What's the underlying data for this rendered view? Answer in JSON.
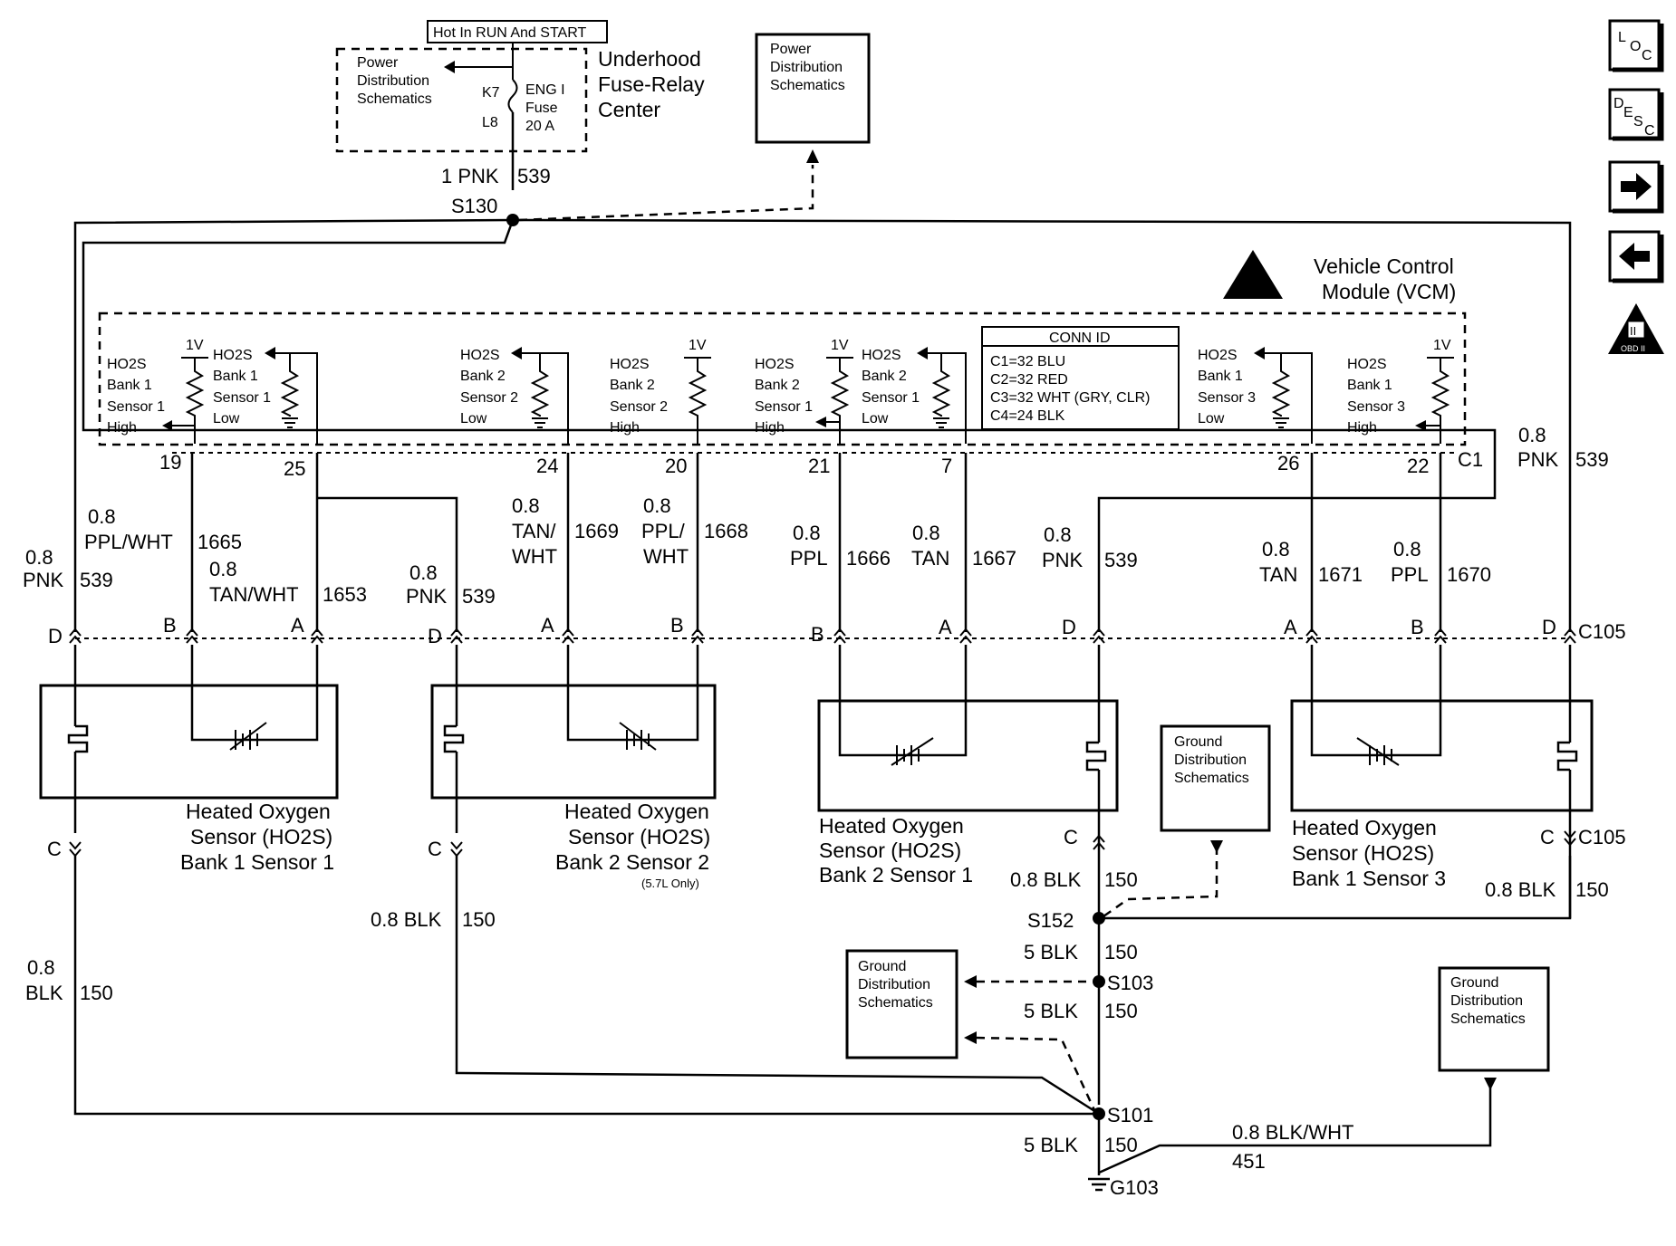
{
  "top": {
    "hot_label": "Hot In RUN And START",
    "fuse_center_box": [
      "Power",
      "Distribution",
      "Schematics"
    ],
    "k7": "K7",
    "l8": "L8",
    "fuse": [
      "ENG I",
      "Fuse",
      "20 A"
    ],
    "fuse_center_name": [
      "Underhood",
      "Fuse-Relay",
      "Center"
    ],
    "power_dist_box": [
      "Power",
      "Distribution",
      "Schematics"
    ],
    "wire_main": "1 PNK",
    "wire_main_num": "539",
    "splice": "S130"
  },
  "vcm": {
    "name": [
      "Vehicle Control",
      "Module (VCM)"
    ],
    "conn_id": {
      "title": "CONN ID",
      "lines": [
        "C1=32 BLU",
        "C2=32 RED",
        "C3=32 WHT (GRY, CLR)",
        "C4=24 BLK"
      ]
    },
    "connector": "C1",
    "v1": "1V",
    "blocks": [
      {
        "lines": [
          "HO2S",
          "Bank 1",
          "Sensor 1",
          "High"
        ]
      },
      {
        "lines": [
          "HO2S",
          "Bank 1",
          "Sensor 1",
          "Low"
        ]
      },
      {
        "lines": [
          "HO2S",
          "Bank 2",
          "Sensor 2",
          "Low"
        ]
      },
      {
        "lines": [
          "HO2S",
          "Bank 2",
          "Sensor 2",
          "High"
        ]
      },
      {
        "lines": [
          "HO2S",
          "Bank 2",
          "Sensor 1",
          "High"
        ]
      },
      {
        "lines": [
          "HO2S",
          "Bank 2",
          "Sensor 1",
          "Low"
        ]
      },
      {
        "lines": [
          "HO2S",
          "Bank 1",
          "Sensor 3",
          "Low"
        ]
      },
      {
        "lines": [
          "HO2S",
          "Bank 1",
          "Sensor 3",
          "High"
        ]
      }
    ],
    "pins": [
      "19",
      "25",
      "24",
      "20",
      "21",
      "7",
      "26",
      "22"
    ]
  },
  "wires": [
    {
      "gauge": "0.8",
      "color": "PNK",
      "num": "539"
    },
    {
      "gauge": "0.8",
      "color": "PPL/WHT",
      "num": "1665"
    },
    {
      "gauge": "0.8",
      "color": "TAN/WHT",
      "num": "1653"
    },
    {
      "gauge": "0.8",
      "color": "PNK",
      "num": "539"
    },
    {
      "gauge": "0.8",
      "color": [
        "TAN/",
        "WHT"
      ],
      "num": "1669"
    },
    {
      "gauge": "0.8",
      "color": [
        "PPL/",
        "WHT"
      ],
      "num": "1668"
    },
    {
      "gauge": "0.8",
      "color": "PPL",
      "num": "1666"
    },
    {
      "gauge": "0.8",
      "color": "TAN",
      "num": "1667"
    },
    {
      "gauge": "0.8",
      "color": "PNK",
      "num": "539"
    },
    {
      "gauge": "0.8",
      "color": "TAN",
      "num": "1671"
    },
    {
      "gauge": "0.8",
      "color": "PPL",
      "num": "1670"
    },
    {
      "gauge": "0.8",
      "color": "PNK",
      "num": "539"
    }
  ],
  "connector_c105": "C105",
  "pin_letters": {
    "a": "A",
    "b": "B",
    "c": "C",
    "d": "D"
  },
  "sensors": [
    {
      "lines": [
        "Heated Oxygen",
        "Sensor (HO2S)",
        "Bank 1 Sensor 1"
      ]
    },
    {
      "lines": [
        "Heated Oxygen",
        "Sensor (HO2S)",
        "Bank 2 Sensor 2"
      ],
      "note": "(5.7L Only)"
    },
    {
      "lines": [
        "Heated Oxygen",
        "Sensor (HO2S)",
        "Bank 2 Sensor 1"
      ]
    },
    {
      "lines": [
        "Heated Oxygen",
        "Sensor (HO2S)",
        "Bank 1 Sensor 3"
      ]
    }
  ],
  "ground": {
    "box": [
      "Ground",
      "Distribution",
      "Schematics"
    ],
    "w1": {
      "gauge": "0.8",
      "color": "BLK",
      "num": "150"
    },
    "w2": {
      "text": "0.8 BLK",
      "num": "150"
    },
    "w3": {
      "text": "0.8 BLK",
      "num": "150"
    },
    "w4": {
      "text": "0.8 BLK",
      "num": "150"
    },
    "s152": "S152",
    "s103": "S103",
    "s101": "S101",
    "g103": "G103",
    "blk5": "5 BLK",
    "num150": "150",
    "blkwht": "0.8 BLK/WHT",
    "blkwht_num": "451"
  },
  "nav": {
    "loc": [
      "L",
      "O",
      "C"
    ],
    "desc": [
      "D",
      "E",
      "S",
      "C"
    ],
    "obd": [
      "II",
      "OBD II"
    ],
    "next_icon": "arrow-right-icon",
    "prev_icon": "arrow-left-icon"
  }
}
